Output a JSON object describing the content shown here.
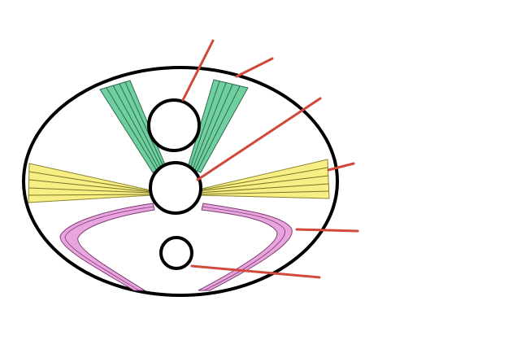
{
  "diagram": {
    "colors": {
      "outline": "#000000",
      "leader_line": "#d0493b",
      "green_band": "#6fcf9f",
      "yellow_band": "#f7ef84",
      "pink_band": "#e9a6de",
      "background": "#ffffff"
    },
    "labels": [
      {
        "id": "label-1",
        "text": ""
      },
      {
        "id": "label-2",
        "text": ""
      },
      {
        "id": "label-3",
        "text": ""
      },
      {
        "id": "label-4",
        "text": ""
      },
      {
        "id": "label-5",
        "text": ""
      },
      {
        "id": "label-6",
        "text": ""
      }
    ]
  }
}
